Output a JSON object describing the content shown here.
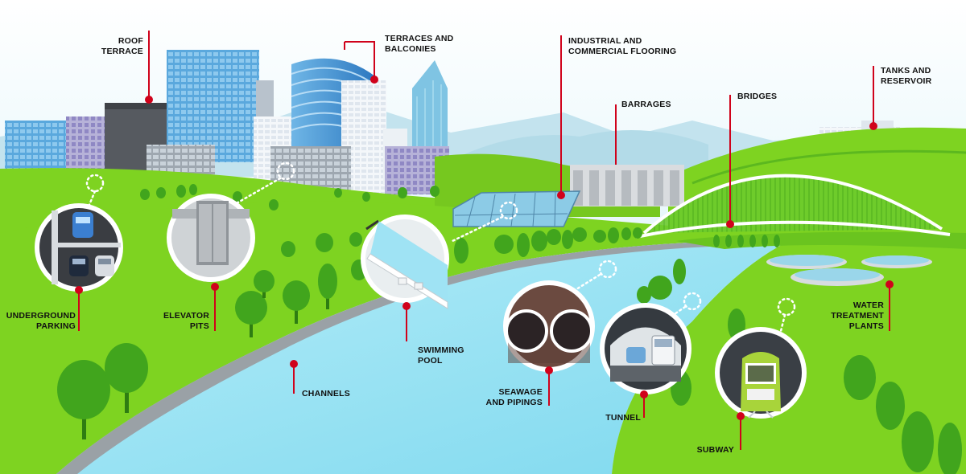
{
  "labels": {
    "roof_terrace": "ROOF\nTERRACE",
    "terraces_balconies": "TERRACES AND\nBALCONIES",
    "industrial_flooring": "INDUSTRIAL AND\nCOMMERCIAL FLOORING",
    "barrages": "BARRAGES",
    "bridges": "BRIDGES",
    "tanks_reservoir": "TANKS AND\nRESERVOIR",
    "underground_parking": "UNDERGROUND\nPARKING",
    "elevator_pits": "ELEVATOR\nPITS",
    "swimming_pool": "SWIMMING\nPOOL",
    "channels": "CHANNELS",
    "seawage_pipings": "SEAWAGE\nAND PIPINGS",
    "tunnel": "TUNNEL",
    "subway": "SUBWAY",
    "water_treatment": "WATER\nTREATMENT\nPLANTS"
  },
  "colors": {
    "sky": "#d7f0f8",
    "grass": "#7ed321",
    "grass_dark": "#5cb81f",
    "river": "#8fe0f2",
    "channel_wall": "#9aa1a6",
    "pointer": "#d0021b"
  }
}
